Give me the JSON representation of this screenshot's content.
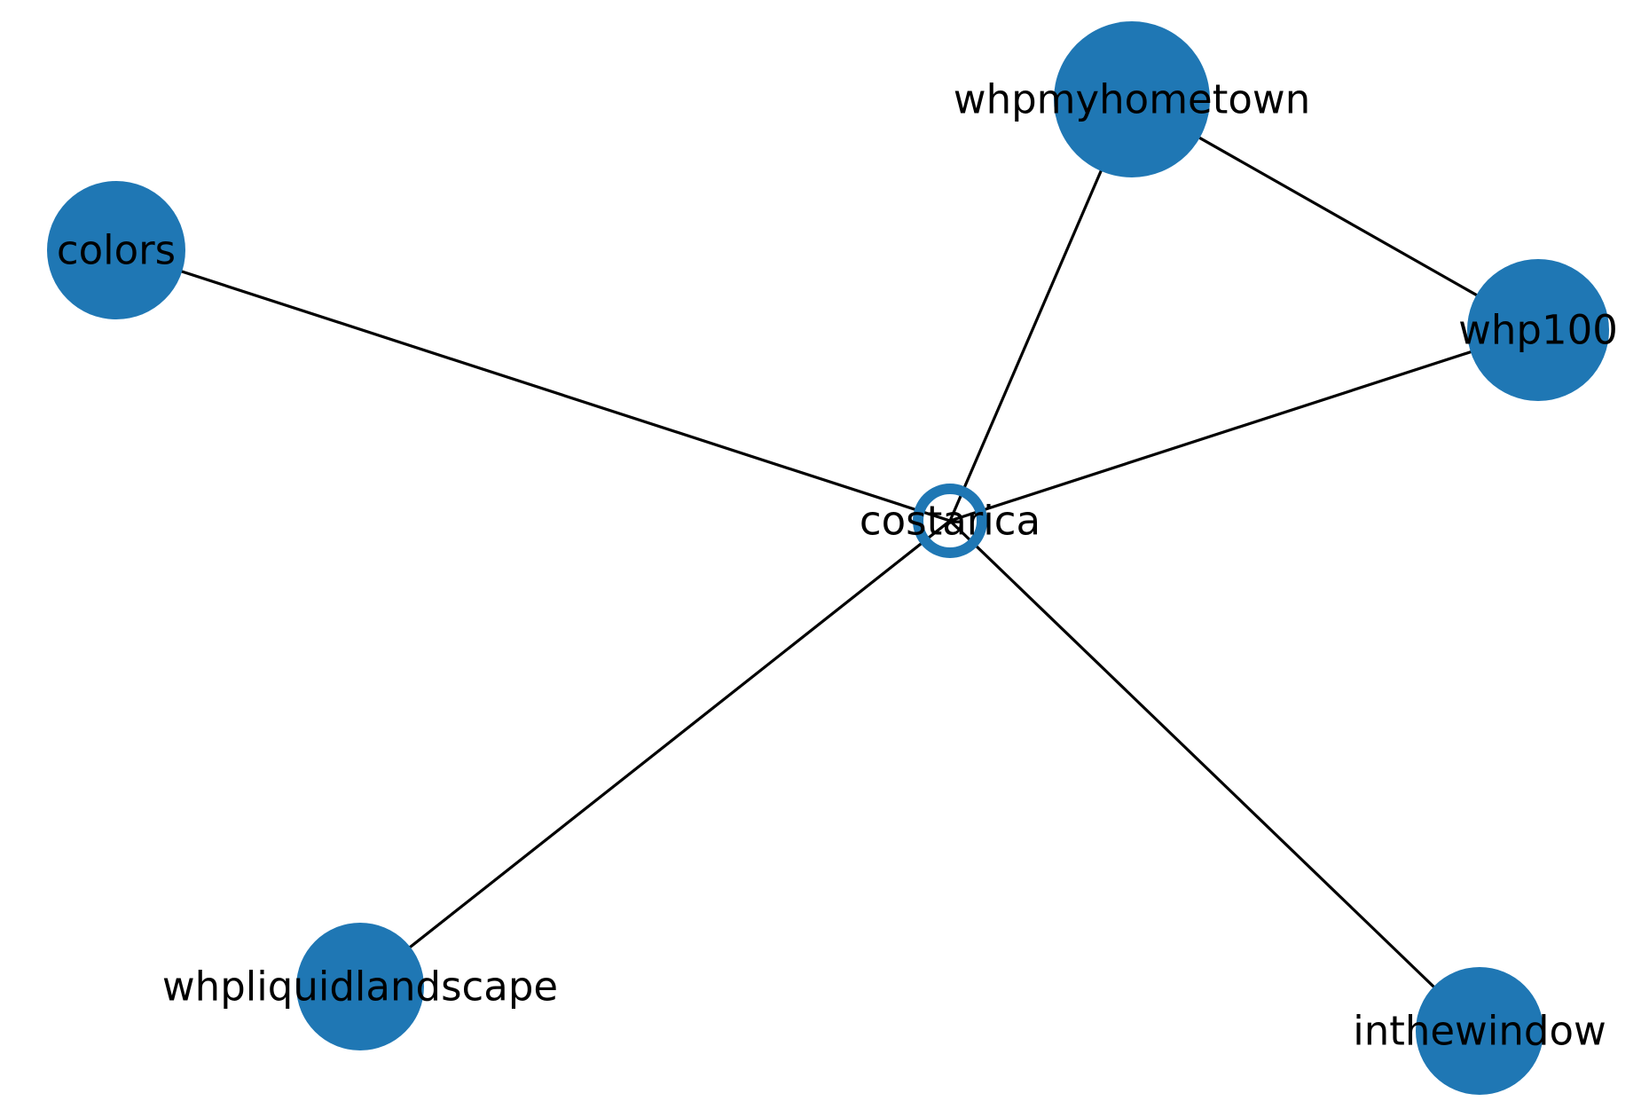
{
  "diagram": {
    "type": "network-graph",
    "node_color": "#1f77b4",
    "edge_color": "#000000",
    "nodes": [
      {
        "id": "whpmyhometown",
        "label": "whpmyhometown",
        "style": "filled"
      },
      {
        "id": "colors",
        "label": "colors",
        "style": "filled"
      },
      {
        "id": "whp100",
        "label": "whp100",
        "style": "filled"
      },
      {
        "id": "costarica",
        "label": "costarica",
        "style": "ring"
      },
      {
        "id": "whpliquidlandscape",
        "label": "whpliquidlandscape",
        "style": "filled"
      },
      {
        "id": "inthewindow",
        "label": "inthewindow",
        "style": "filled"
      }
    ],
    "edges": [
      {
        "source": "costarica",
        "target": "colors"
      },
      {
        "source": "costarica",
        "target": "whpmyhometown"
      },
      {
        "source": "costarica",
        "target": "whp100"
      },
      {
        "source": "costarica",
        "target": "whpliquidlandscape"
      },
      {
        "source": "costarica",
        "target": "inthewindow"
      },
      {
        "source": "whpmyhometown",
        "target": "whp100"
      }
    ]
  }
}
